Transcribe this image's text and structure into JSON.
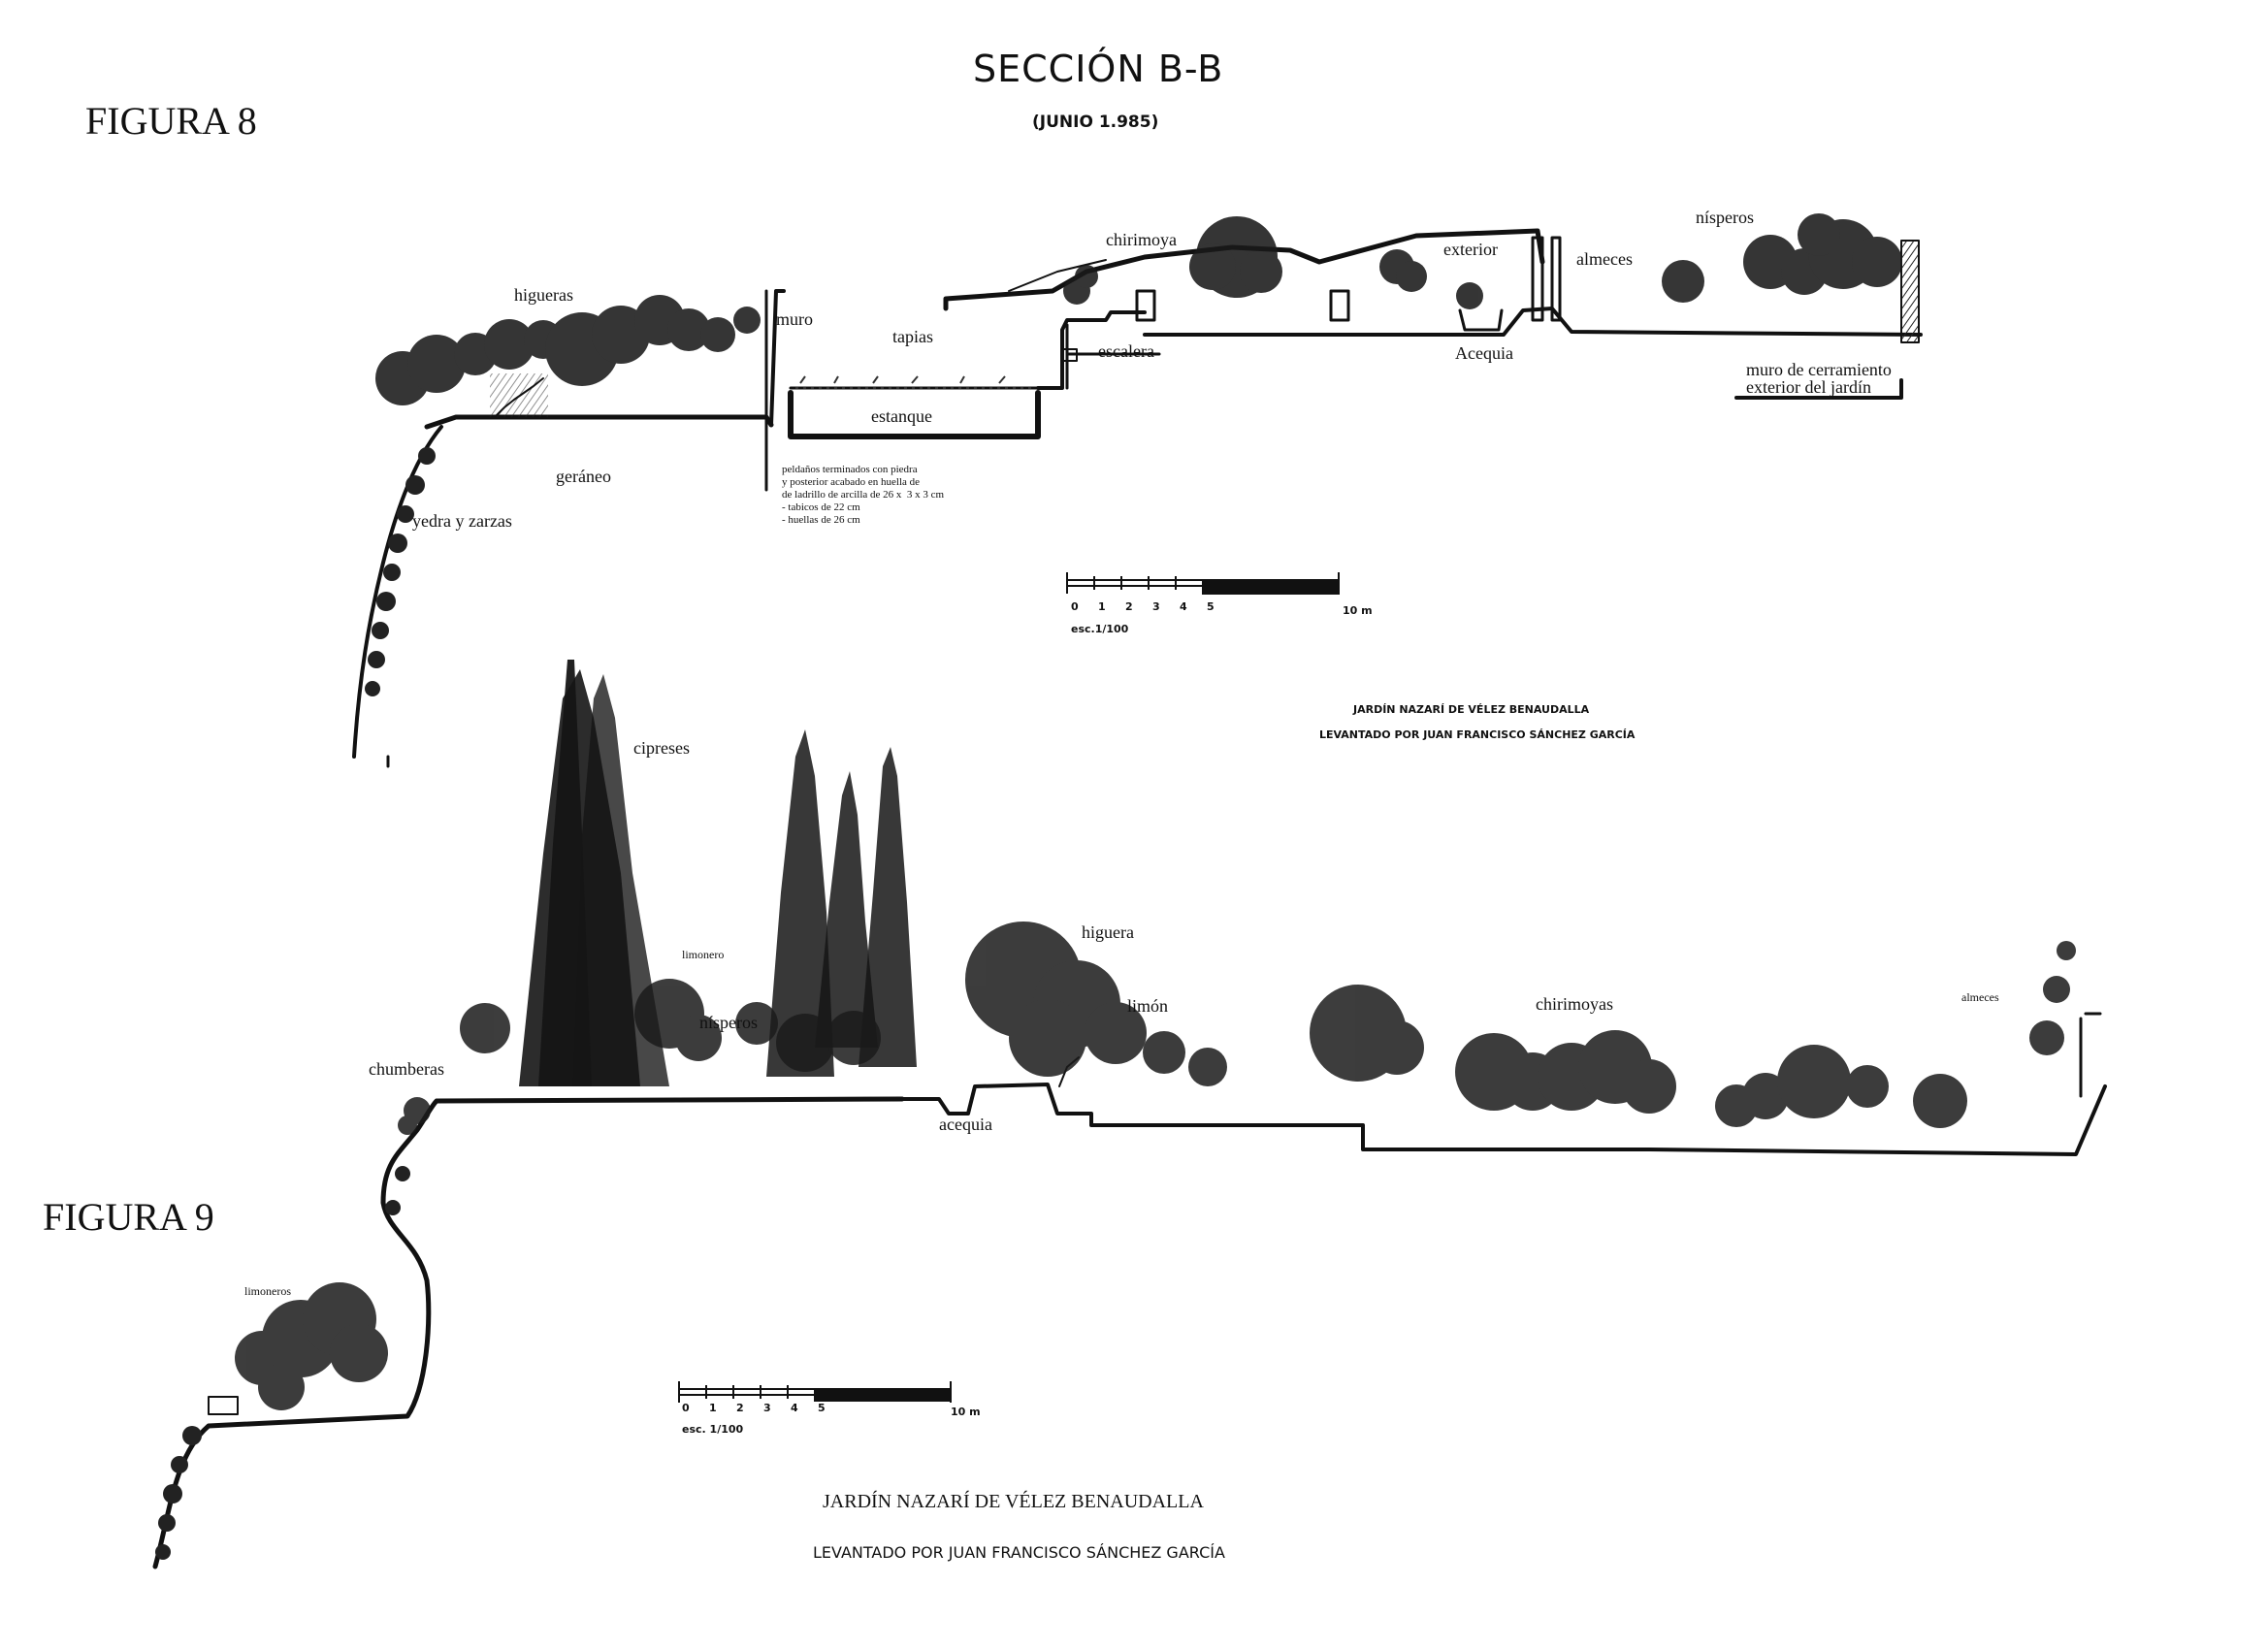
{
  "header": {
    "figure8": "FIGURA 8",
    "section_title": "SECCIÓN B-B",
    "date": "(JUNIO 1.985)"
  },
  "fig8": {
    "labels": {
      "higueras": "higueras",
      "muro": "muro",
      "tapias": "tapias",
      "chirimoya": "chirimoya",
      "exterior": "exterior",
      "almeces": "almeces",
      "nisperos": "nísperos",
      "escalera": "escalera",
      "acequia": "Acequia",
      "estanque": "estanque",
      "geraneo": "geráneo",
      "yedra": "yedra y zarzas",
      "muro_cerramiento_1": "muro de cerramiento",
      "muro_cerramiento_2": "exterior del jardín"
    },
    "note": "peldaños terminados con piedra\ny posterior acabado en huella de\nde ladrillo de arcilla de 26 x  3 x 3 cm\n- tabicos de 22 cm\n- huellas de 26 cm",
    "scale": {
      "ticks": [
        "0",
        "1",
        "2",
        "3",
        "4",
        "5"
      ],
      "end": "10 m",
      "caption": "esc.1/100"
    },
    "credit": {
      "line1": "JARDÍN NAZARÍ DE VÉLEZ BENAUDALLA",
      "line2": "LEVANTADO POR JUAN FRANCISCO SÁNCHEZ GARCÍA"
    }
  },
  "fig9": {
    "figure9": "FIGURA  9",
    "labels": {
      "cipreses": "cipreses",
      "limonero": "limonero",
      "nisperos": "nísperos",
      "higuera": "higuera",
      "limon": "limón",
      "chirimoyas": "chirimoyas",
      "almeces": "almeces",
      "chumberas": "chumberas",
      "acequia": "acequia",
      "limoneros": "limoneros"
    },
    "scale": {
      "ticks": [
        "0",
        "1",
        "2",
        "3",
        "4",
        "5"
      ],
      "end": "10 m",
      "caption": "esc. 1/100"
    },
    "credit": {
      "line1": "JARDÍN NAZARÍ DE VÉLEZ BENAUDALLA",
      "line2": "LEVANTADO POR JUAN FRANCISCO SÁNCHEZ GARCÍA"
    }
  }
}
